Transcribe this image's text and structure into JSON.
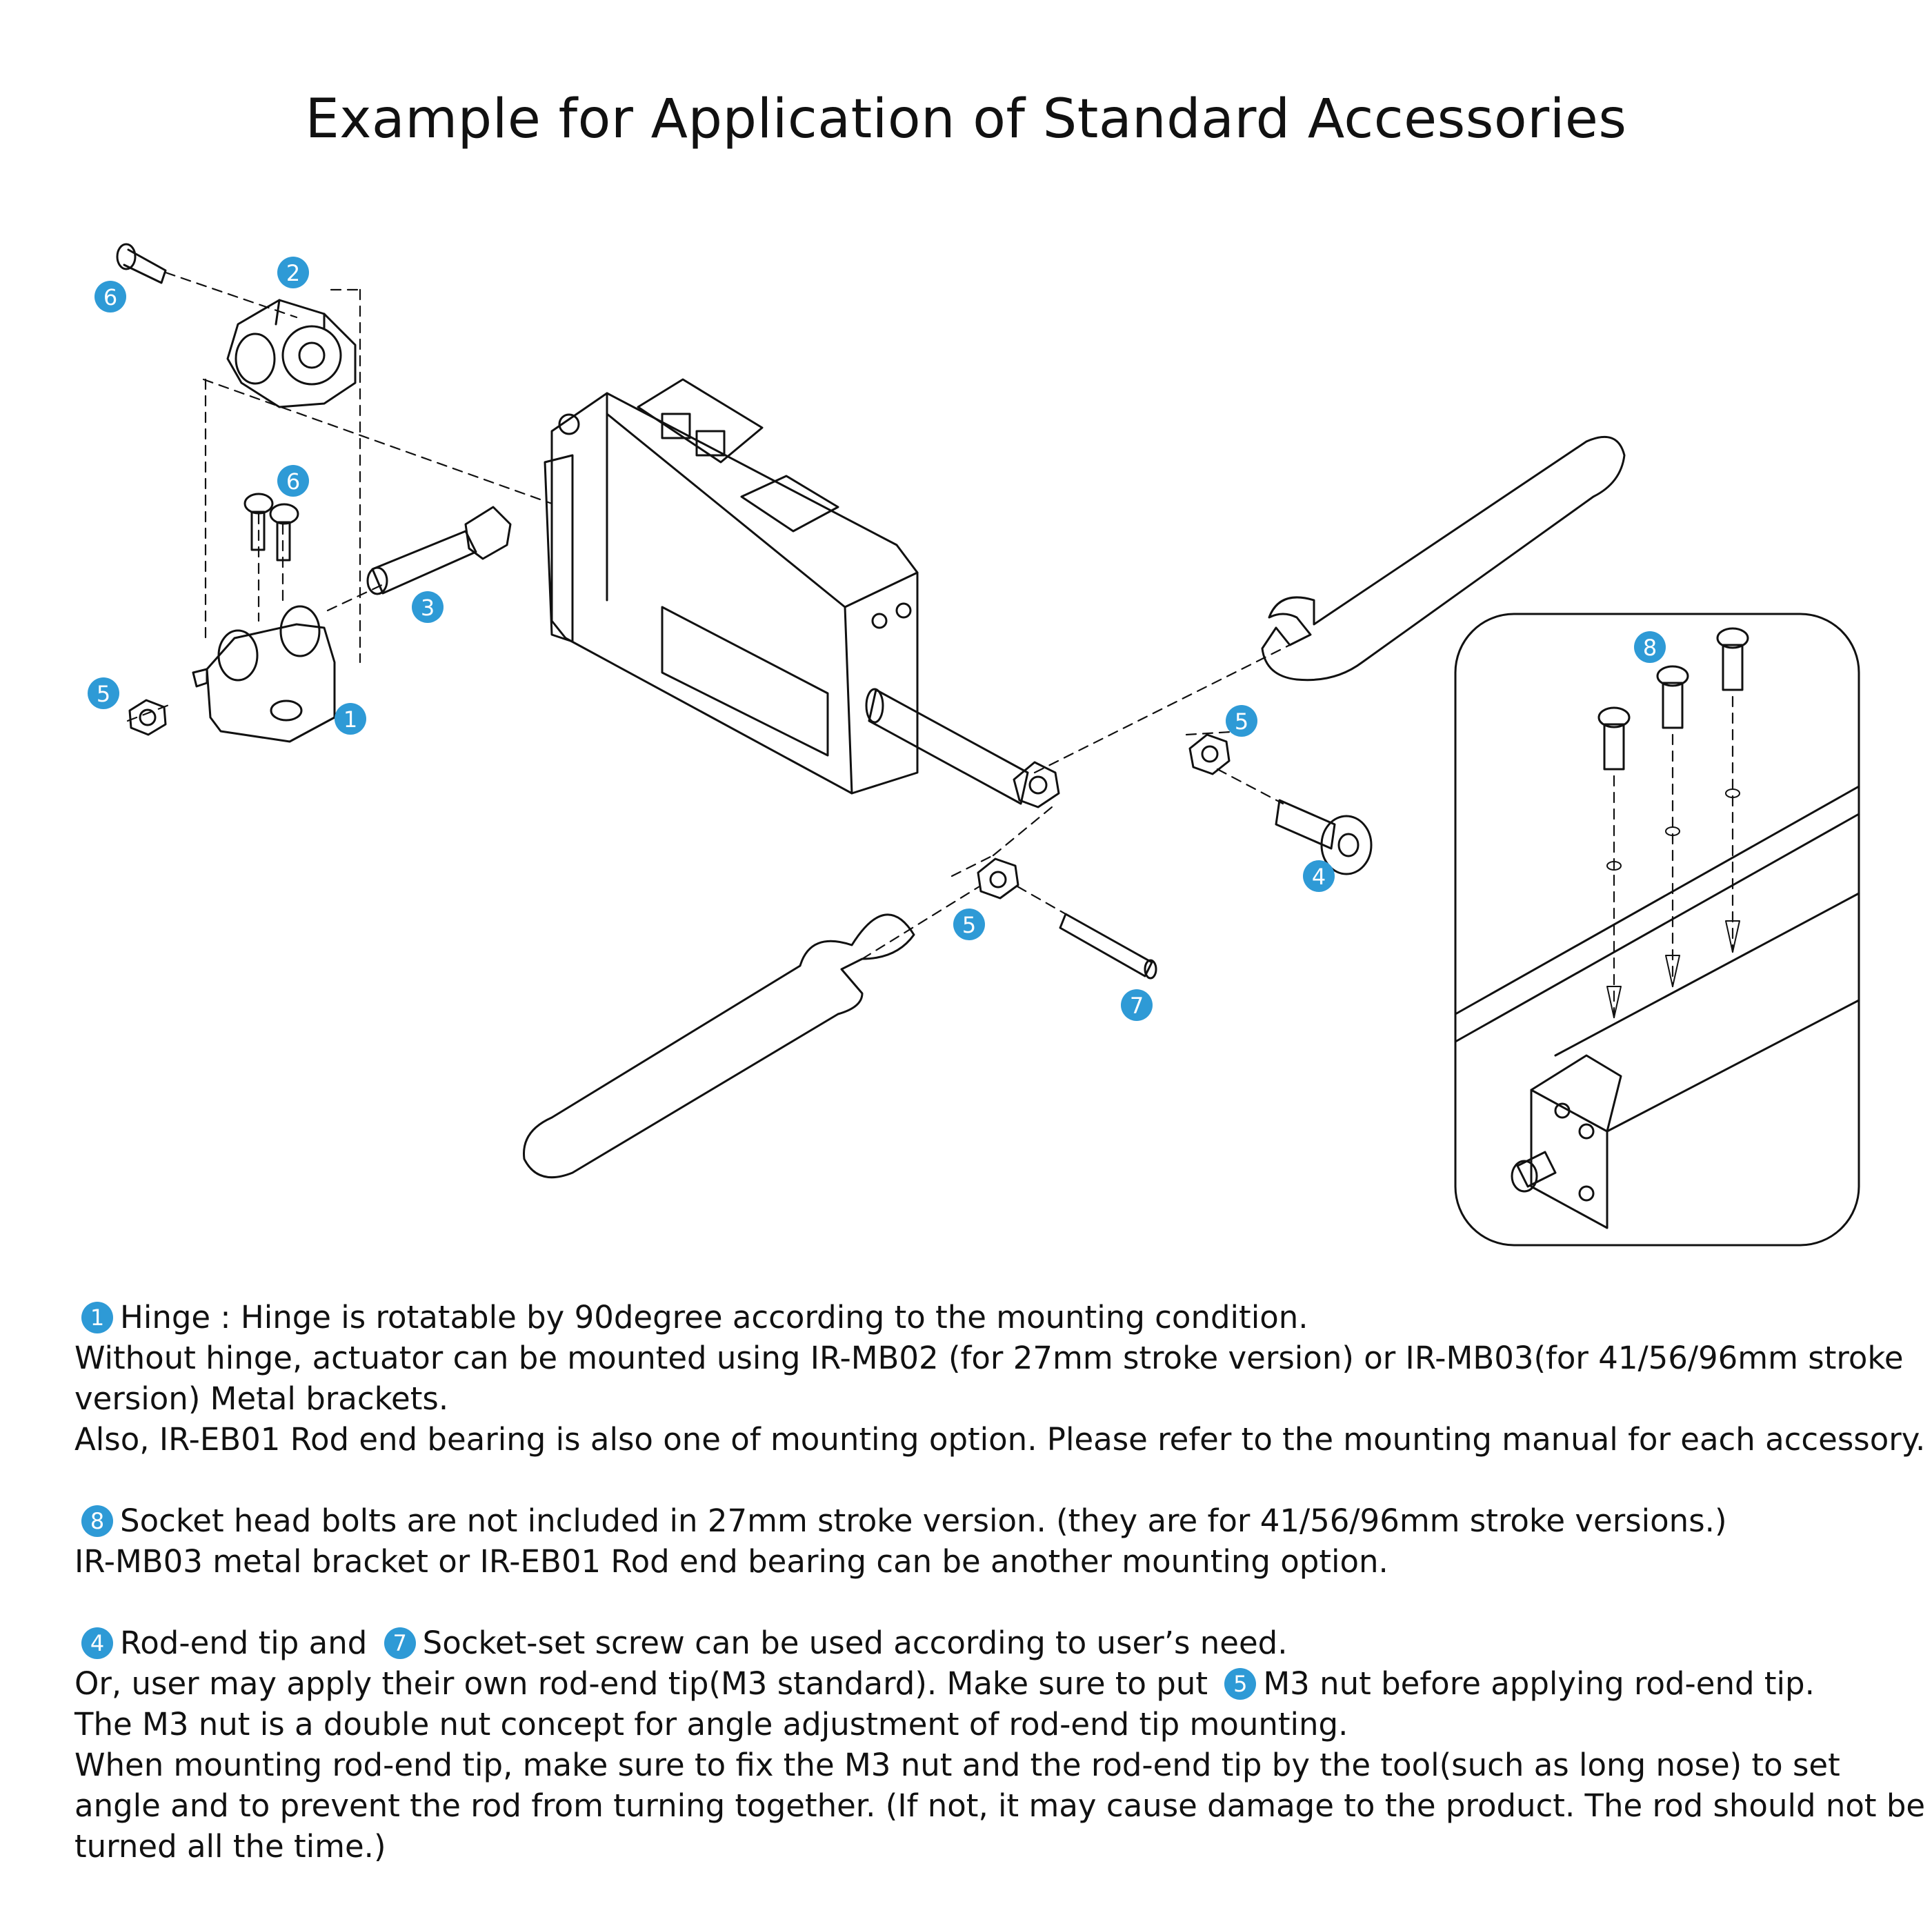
{
  "title": "Example for Application of Standard Accessories",
  "colors": {
    "badge": "#2e9ad6",
    "line": "#111111"
  },
  "callouts": [
    "1",
    "2",
    "3",
    "4",
    "5",
    "6",
    "7",
    "8"
  ],
  "notes": {
    "p1": {
      "badge": "1",
      "l1": "Hinge : Hinge is rotatable by 90degree according to the mounting condition.",
      "l2": "Without hinge, actuator can be mounted using IR-MB02 (for 27mm stroke version) or IR-MB03(for 41/56/96mm stroke",
      "l3": "version) Metal brackets.",
      "l4": "Also, IR-EB01 Rod end bearing is also one of mounting option. Please refer to the mounting manual for each accessory."
    },
    "p2": {
      "badge": "8",
      "l1": "Socket head bolts are not included in 27mm stroke version. (they are for 41/56/96mm stroke versions.)",
      "l2": "IR-MB03 metal bracket or IR-EB01 Rod end bearing can be another mounting option."
    },
    "p3": {
      "badge_a": "4",
      "text_a": "Rod-end tip and",
      "badge_b": "7",
      "text_b": "Socket-set screw can be used according to user’s need.",
      "l2a": "Or, user may apply their own rod-end tip(M3 standard). Make sure to put",
      "badge_c": "5",
      "l2b": "M3 nut before applying rod-end tip.",
      "l3": "The M3 nut is a double nut concept for angle adjustment of rod-end tip mounting.",
      "l4": "When mounting rod-end tip, make sure to fix the M3 nut and the rod-end tip by the tool(such as long nose) to set",
      "l5": "angle and to prevent the rod from turning together. (If not, it may cause damage to the product. The rod should not be",
      "l6": "turned all the time.)"
    }
  }
}
